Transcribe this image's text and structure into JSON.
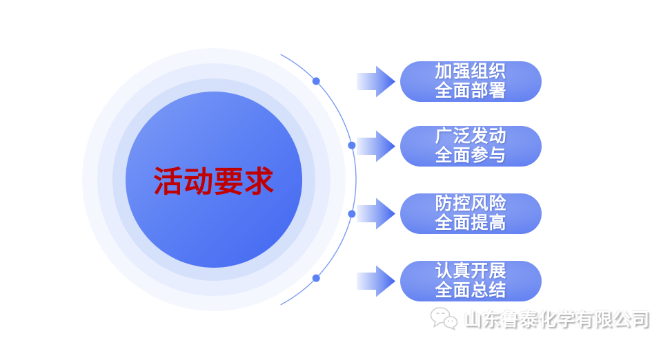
{
  "center_circle": {
    "title": "活动要求"
  },
  "items": [
    {
      "line1": "加强组织",
      "line2": "全面部署"
    },
    {
      "line1": "广泛发动",
      "line2": "全面参与"
    },
    {
      "line1": "防控风险",
      "line2": "全面提高"
    },
    {
      "line1": "认真开展",
      "line2": "全面总结"
    }
  ],
  "watermark": {
    "company": "山东鲁泰化学有限公司",
    "icon": "wechat-icon"
  },
  "colors": {
    "title": "#c00000",
    "core-start": "#7e9bf6",
    "core-mid": "#5b80f4",
    "core-end": "#4366f1",
    "ring-inner": "#d5e0fb",
    "ring-mid": "#e8eefd",
    "ring-outer": "#f4f7fe",
    "pill-light": "#8fa5f4",
    "pill-mid": "#7590f2",
    "pill-deep": "#4b6ef2",
    "arrow-start": "#edf2fe",
    "arrow-mid": "#88a0f4",
    "arrow-end": "#3f63ef",
    "arc": "#7d9bf3",
    "dot": "#5b82f4",
    "watermark-shadow": "#a8a8a8"
  }
}
